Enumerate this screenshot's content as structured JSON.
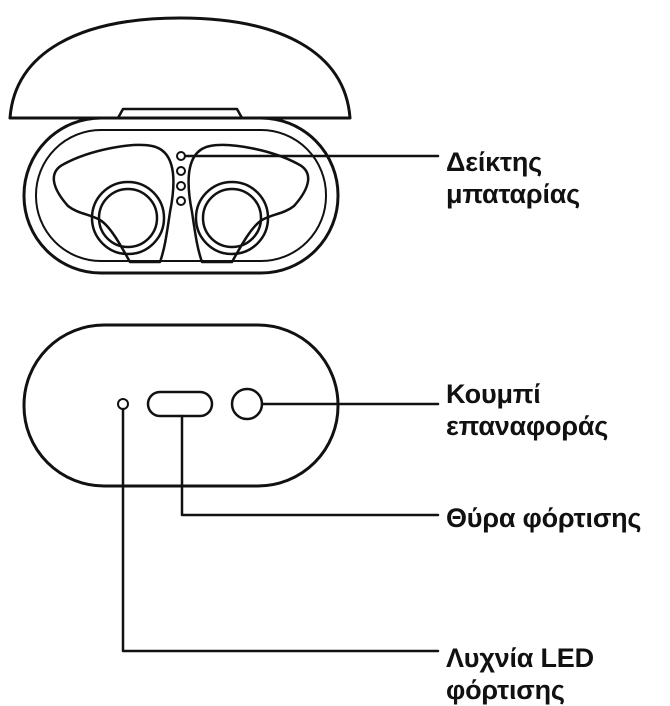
{
  "callouts": {
    "battery_indicator": {
      "line1": "Δείκτης",
      "line2": "μπαταρίας"
    },
    "reset_button": {
      "line1": "Κουμπί",
      "line2": "επαναφοράς"
    },
    "charging_port": {
      "line1": "Θύρα φόρτισης"
    },
    "charging_led": {
      "line1": "Λυχνία LED",
      "line2": "φόρτισης"
    }
  },
  "colors": {
    "ink": "#111111",
    "background": "#ffffff"
  }
}
